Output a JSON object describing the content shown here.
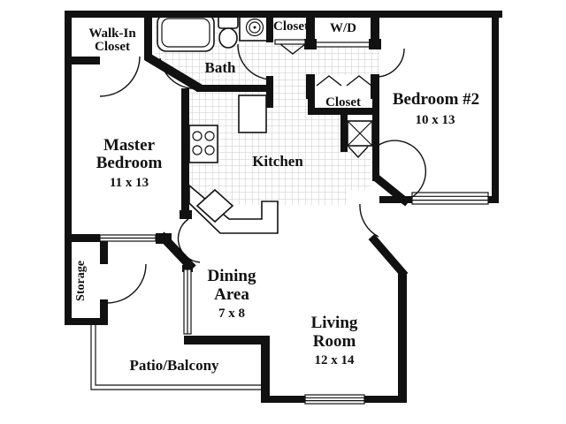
{
  "title": "Apartment Floor Plan",
  "colors": {
    "wall": "#111111",
    "tile_line": "#c9c9c9",
    "background": "#ffffff",
    "text": "#111111"
  },
  "rooms": {
    "walk_in_closet": {
      "label_line1": "Walk-In",
      "label_line2": "Closet"
    },
    "bath": {
      "label": "Bath"
    },
    "closet_top": {
      "label": "Closet"
    },
    "washer_dryer": {
      "label": "W/D"
    },
    "closet_hall": {
      "label": "Closet"
    },
    "bedroom2": {
      "label": "Bedroom #2",
      "dimensions": "10 x 13"
    },
    "master_bedroom": {
      "label_line1": "Master",
      "label_line2": "Bedroom",
      "dimensions": "11 x 13"
    },
    "kitchen": {
      "label": "Kitchen"
    },
    "dining": {
      "label_line1": "Dining",
      "label_line2": "Area",
      "dimensions": "7 x 8"
    },
    "living": {
      "label_line1": "Living",
      "label_line2": "Room",
      "dimensions": "12 x 14"
    },
    "storage": {
      "label": "Storage"
    },
    "patio": {
      "label": "Patio/Balcony"
    }
  }
}
